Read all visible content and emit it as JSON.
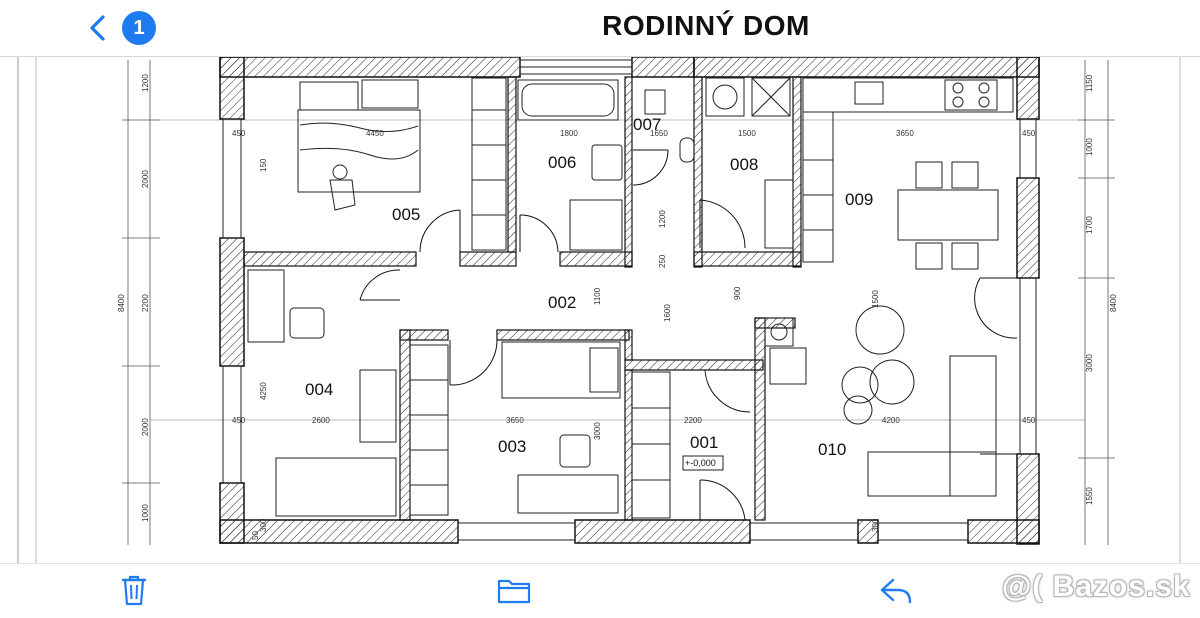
{
  "header": {
    "title": "RODINNÝ DOM",
    "back_badge": "1",
    "accent_color": "#1e7cf0"
  },
  "floor_plan": {
    "rooms": {
      "r005": "005",
      "r006": "006",
      "r007": "007",
      "r008": "008",
      "r009": "009",
      "r004": "004",
      "r002": "002",
      "r003": "003",
      "r001": "001",
      "r010": "010"
    },
    "level": "+-0,000",
    "dims_top": [
      "4450",
      "1800",
      "1650",
      "1500",
      "3650"
    ],
    "dims_mid": [
      "2600",
      "3650",
      "2200",
      "4200"
    ],
    "dims_left": [
      "1200",
      "2000",
      "2200",
      "2000",
      "1000"
    ],
    "dims_right": [
      "1150",
      "1000",
      "1700",
      "3000",
      "1550"
    ],
    "dim_overall": "8400",
    "dims_misc": [
      "450",
      "300",
      "250",
      "1200",
      "1100",
      "1600",
      "900",
      "1500",
      "4250",
      "3000",
      "150",
      "50"
    ]
  },
  "toolbar": {
    "delete_icon": "trash-icon",
    "folder_icon": "folder-icon",
    "reply_icon": "reply-icon"
  },
  "watermark": "@( Bazos.sk"
}
